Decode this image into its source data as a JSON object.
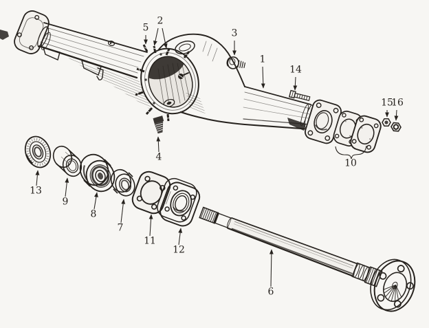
{
  "figure": {
    "kind": "exploded-parts-line-drawing",
    "colors": {
      "paper": "#f7f6f3",
      "ink": "#26221e"
    }
  },
  "callouts": [
    {
      "label": "1"
    },
    {
      "label": "2"
    },
    {
      "label": "3"
    },
    {
      "label": "4"
    },
    {
      "label": "5"
    },
    {
      "label": "6"
    },
    {
      "label": "7"
    },
    {
      "label": "8"
    },
    {
      "label": "9"
    },
    {
      "label": "10"
    },
    {
      "label": "11"
    },
    {
      "label": "12"
    },
    {
      "label": "13"
    },
    {
      "label": "14"
    },
    {
      "label": "15"
    },
    {
      "label": "16"
    }
  ]
}
